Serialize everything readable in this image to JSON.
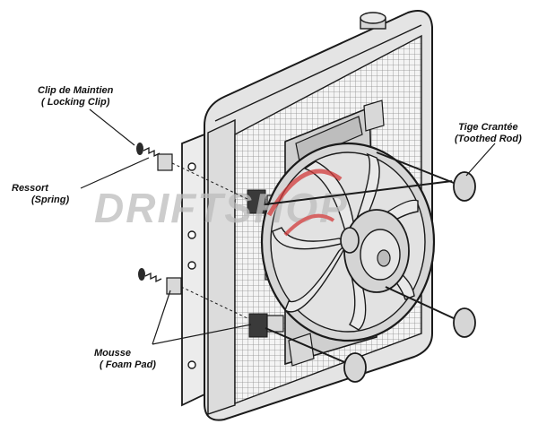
{
  "labels": {
    "locking_clip": {
      "line1": "Clip de Maintien",
      "line2": "( Locking Clip)"
    },
    "spring": {
      "line1": "Ressort",
      "line2": "(Spring)"
    },
    "toothed_rod": {
      "line1": "Tige Crantée",
      "line2": "(Toothed Rod)"
    },
    "foam_pad": {
      "line1": "Mousse",
      "line2": "( Foam Pad)"
    }
  },
  "watermark": {
    "text": "DRIFTSHOP"
  },
  "colors": {
    "outline": "#1a1a1a",
    "radiator_body": "#e4e4e4",
    "fan_gray": "#d0d0d0",
    "watermark_gray": "#bdbdbd",
    "watermark_red": "#d23a3a"
  }
}
